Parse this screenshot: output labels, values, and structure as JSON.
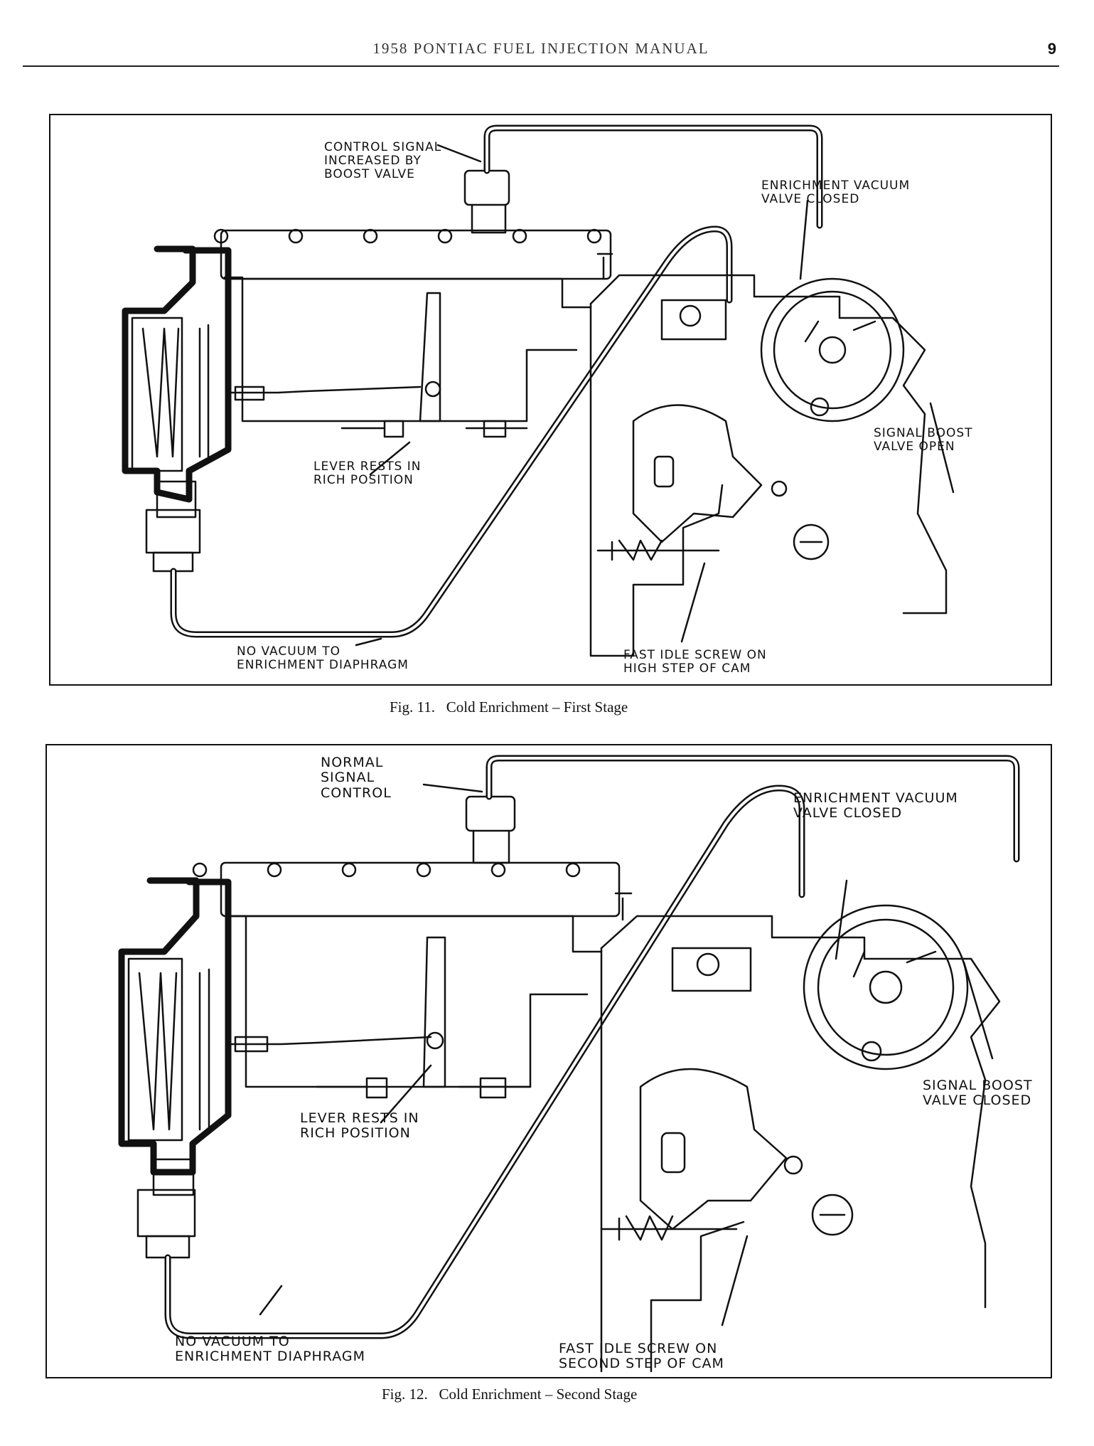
{
  "header": {
    "title": "1958 PONTIAC FUEL INJECTION MANUAL",
    "page_number": "9"
  },
  "figure11": {
    "labels": {
      "control_signal": "CONTROL SIGNAL\nINCREASED BY\nBOOST VALVE",
      "enrichment_valve": "ENRICHMENT VACUUM\nVALVE CLOSED",
      "lever": "LEVER RESTS IN\nRICH POSITION",
      "boost_valve": "SIGNAL BOOST\nVALVE OPEN",
      "no_vacuum": "NO VACUUM TO\nENRICHMENT DIAPHRAGM",
      "fast_idle": "FAST IDLE SCREW ON\nHIGH STEP OF CAM"
    },
    "caption": {
      "number": "Fig. 11.",
      "text": "Cold Enrichment – First Stage"
    }
  },
  "figure12": {
    "labels": {
      "control_signal": "NORMAL\nSIGNAL\nCONTROL",
      "enrichment_valve": "ENRICHMENT VACUUM\nVALVE CLOSED",
      "lever": "LEVER RESTS IN\nRICH POSITION",
      "boost_valve": "SIGNAL BOOST\nVALVE CLOSED",
      "no_vacuum": "NO VACUUM TO\nENRICHMENT DIAPHRAGM",
      "fast_idle": "FAST IDLE SCREW ON\nSECOND STEP OF CAM"
    },
    "caption": {
      "number": "Fig. 12.",
      "text": "Cold Enrichment – Second Stage"
    }
  }
}
